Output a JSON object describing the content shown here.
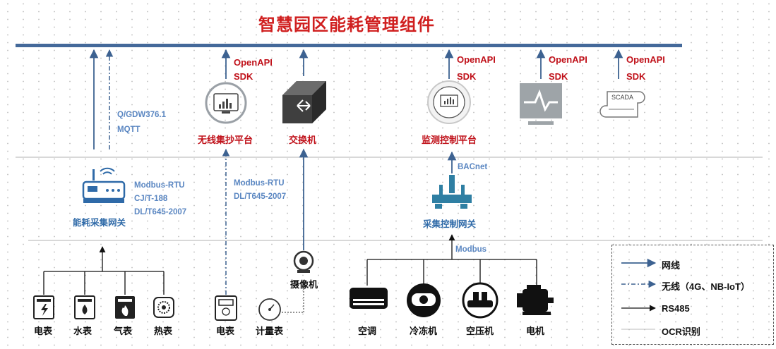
{
  "title": "智慧园区能耗管理组件",
  "api": {
    "openapi": "OpenAPI",
    "sdk": "SDK"
  },
  "top_devices": {
    "wireless_platform": "无线集抄平台",
    "switch": "交换机",
    "monitor_platform": "监测控制平台",
    "scada": "SCADA"
  },
  "protocols": {
    "qgdw": "Q/GDW376.1",
    "mqtt": "MQTT",
    "gw_left": [
      "Modbus-RTU",
      "CJ/T-188",
      "DL/T645-2007"
    ],
    "mid": [
      "Modbus-RTU",
      "DL/T645-2007"
    ],
    "bacnet": "BACnet",
    "modbus": "Modbus"
  },
  "gateways": {
    "energy": "能耗采集网关",
    "control": "采集控制网关"
  },
  "camera": "摄像机",
  "meters": [
    "电表",
    "水表",
    "气表",
    "热表"
  ],
  "meters2": [
    "电表",
    "计量表"
  ],
  "equipment": [
    "空调",
    "冷冻机",
    "空压机",
    "电机"
  ],
  "legend": [
    "网线",
    "无线（4G、NB-IoT）",
    "RS485",
    "OCR识别"
  ],
  "colors": {
    "bus": "#44699a",
    "title": "#d01f1f",
    "api": "#c0111a",
    "protocol": "#5b87c2"
  }
}
